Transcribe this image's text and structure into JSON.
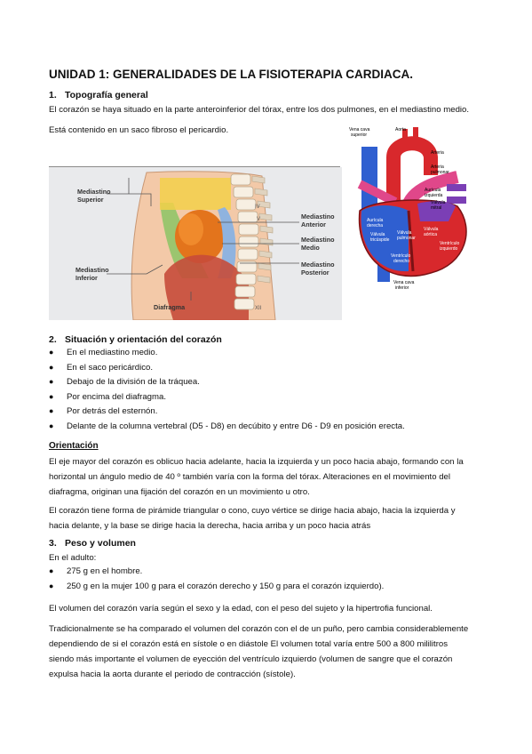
{
  "title": "UNIDAD 1: GENERALIDADES DE LA FISIOTERAPIA CARDIACA.",
  "s1": {
    "num": "1.",
    "heading": "Topografía general",
    "p1": "El corazón se haya situado en la parte anteroinferior del tórax, entre los dos pulmones, en el mediastino medio.",
    "p2": "Está contenido en un saco fibroso el pericardio."
  },
  "fig_left": {
    "labels": {
      "sup1": "Mediastino",
      "sup2": "Superior",
      "ant1": "Mediastino",
      "ant2": "Anterior",
      "med1": "Mediastino",
      "med2": "Medio",
      "pos1": "Mediastino",
      "pos2": "Posterior",
      "inf1": "Mediastino",
      "inf2": "Inferior",
      "diaf": "Diafragma",
      "v1": "IV",
      "v2": "V",
      "v3": "XII"
    }
  },
  "fig_right": {
    "labels": {
      "vcs1": "Vena cava",
      "vcs2": "superior",
      "aorta": "Aorta",
      "arteria": "Arteria",
      "apul1": "Arteria",
      "apul2": "pulmonar",
      "aui1": "Aurícula",
      "aui2": "izquierda",
      "valv1": "Válvula",
      "valv2": "mitral",
      "aud1": "Aurícula",
      "aud2": "derecha",
      "vsig1": "Válvula",
      "vsig2": "aórtica",
      "vtri1": "Válvula",
      "vtri2": "tricúspide",
      "vpul1": "Válvula",
      "vpul2": "pulmonar",
      "vi1": "Ventrículo",
      "vi2": "izquierdo",
      "vd1": "Ventrículo",
      "vd2": "derecho",
      "vci1": "Vena cava",
      "vci2": "inferior"
    }
  },
  "s2": {
    "num": "2.",
    "heading": "Situación y orientación del corazón",
    "bullets": [
      "En el mediastino medio.",
      "En el saco pericárdico.",
      "Debajo de la división de la tráquea.",
      "Por encima del diafragma.",
      "Por detrás del esternón.",
      "Delante de la columna vertebral (D5 - D8) en decúbito y entre D6 - D9 en posición erecta."
    ],
    "orient_heading": "Orientación",
    "orient_lines": [
      "El eje mayor del corazón es oblicuo hacia adelante, hacia la izquierda y un poco hacia abajo, formando con la",
      "horizontal un ángulo medio de 40 º también varía con la forma del tórax. Alteraciones en el movimiento del",
      "diafragma, originan una fijación del corazón en un movimiento u otro."
    ],
    "shape_lines": [
      "El corazón tiene forma de pirámide triangular o cono, cuyo vértice se dirige hacia abajo, hacia la izquierda y",
      "hacia delante, y la base se dirige hacia la derecha, hacia arriba y un poco hacia atrás"
    ]
  },
  "s3": {
    "num": "3.",
    "heading": "Peso y volumen",
    "adult": "En el adulto:",
    "bullets": [
      "275 g en el hombre.",
      "250 g en la mujer 100 g para el corazón derecho y 150 g para el corazón izquierdo)."
    ],
    "p1": "El volumen del corazón varía según el sexo y la edad, con el peso del sujeto y la hipertrofia funcional.",
    "p2_lines": [
      "Tradicionalmente se ha comparado el volumen del corazón con el de un puño, pero cambia considerablemente",
      "dependiendo de si el corazón está en sístole o en diástole El volumen total varía entre 500 a 800 mililitros",
      "siendo más importante el volumen de eyección del ventrículo izquierdo (volumen de sangre que el corazón",
      "expulsa hacia la aorta durante el periodo de contracción (sístole)."
    ]
  },
  "colors": {
    "heart_red": "#d8282c",
    "heart_blue": "#2f5fd0",
    "heart_pink": "#e0478a",
    "heart_purple": "#7b3fb5",
    "orange": "#e3741c",
    "yellow": "#f0c419"
  }
}
